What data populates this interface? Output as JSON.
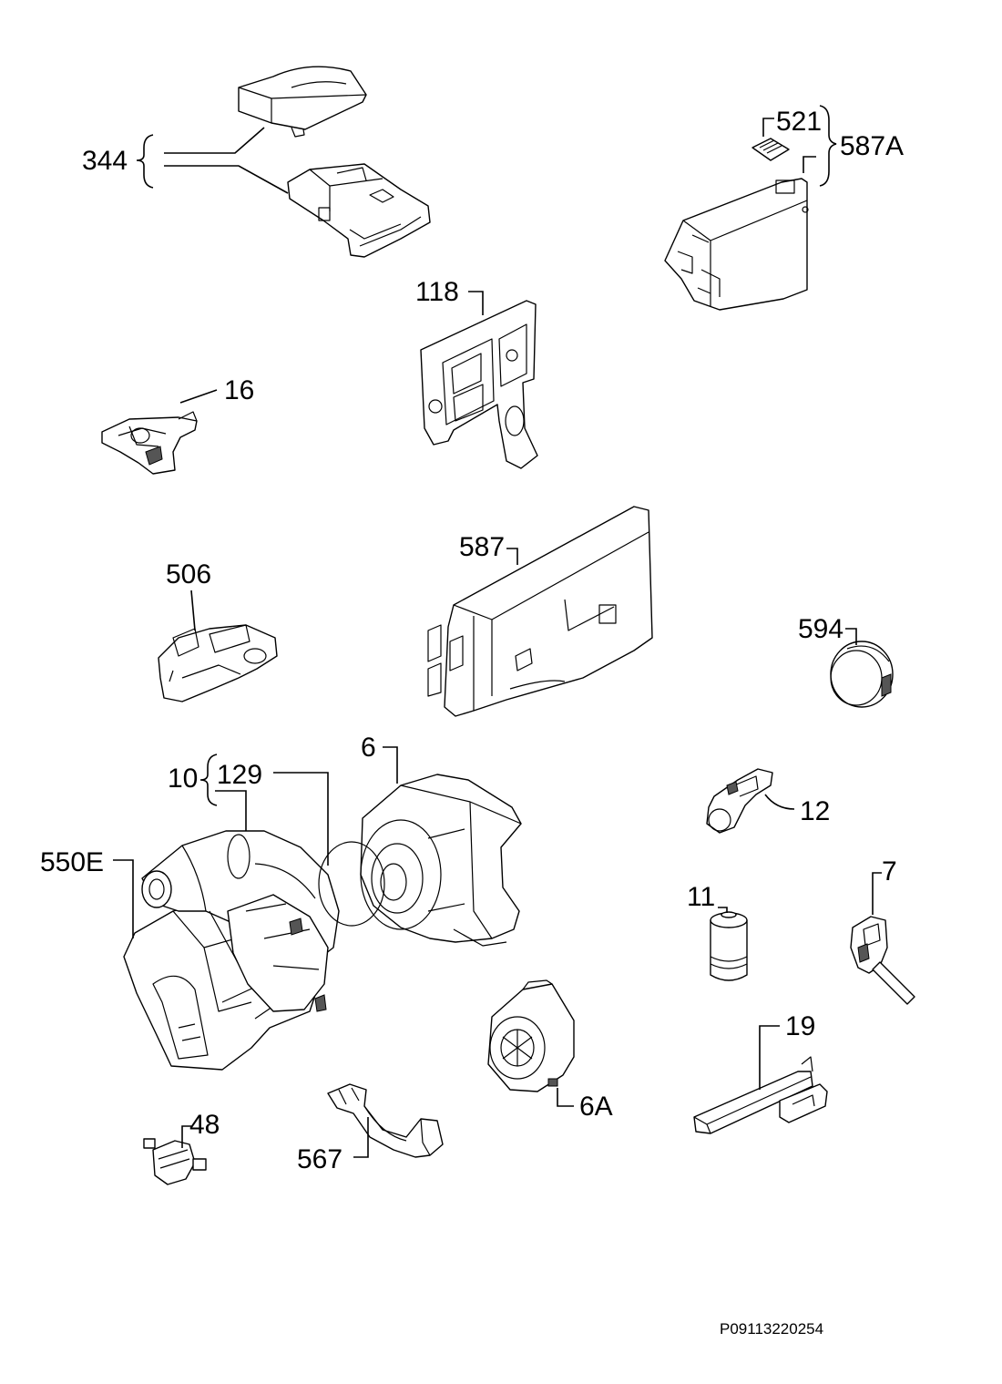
{
  "labels": {
    "p344": "344",
    "p521": "521",
    "p587A": "587A",
    "p118": "118",
    "p16": "16",
    "p506": "506",
    "p587": "587",
    "p594": "594",
    "p6": "6",
    "p10": "10",
    "p129": "129",
    "p550E": "550E",
    "p12": "12",
    "p11": "11",
    "p7": "7",
    "p19": "19",
    "p6A": "6A",
    "p48": "48",
    "p567": "567"
  },
  "document_number": "P09113220254"
}
